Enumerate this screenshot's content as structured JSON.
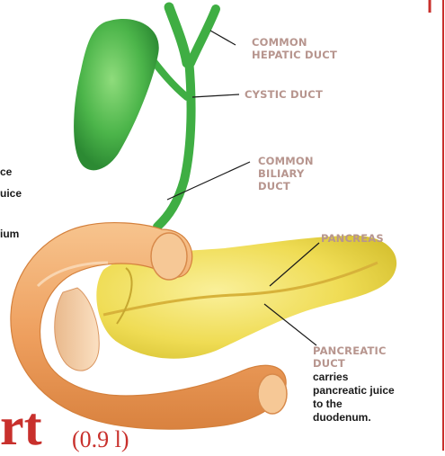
{
  "colors": {
    "label": "#b7958e",
    "accent_red": "#c8302c",
    "liver_green": "#4cb54a",
    "duodenum": "#f0a86a",
    "pancreas": "#f1e25a",
    "frame": "#c8302c"
  },
  "labels": {
    "common_hepatic": [
      "COMMON",
      "HEPATIC DUCT"
    ],
    "cystic": "CYSTIC DUCT",
    "common_biliary": [
      "COMMON",
      "BILIARY",
      "DUCT"
    ],
    "pancreas": "PANCREAS",
    "pancreatic_duct": [
      "PANCREATIC",
      "DUCT"
    ],
    "pancreatic_desc": [
      "carries",
      "pancreatic juice",
      "to the",
      "duodenum."
    ]
  },
  "left_fragments": [
    "ce",
    "uice",
    "ium"
  ],
  "bottom_fragments": {
    "big": "rt",
    "small": "(0.9 l)"
  }
}
